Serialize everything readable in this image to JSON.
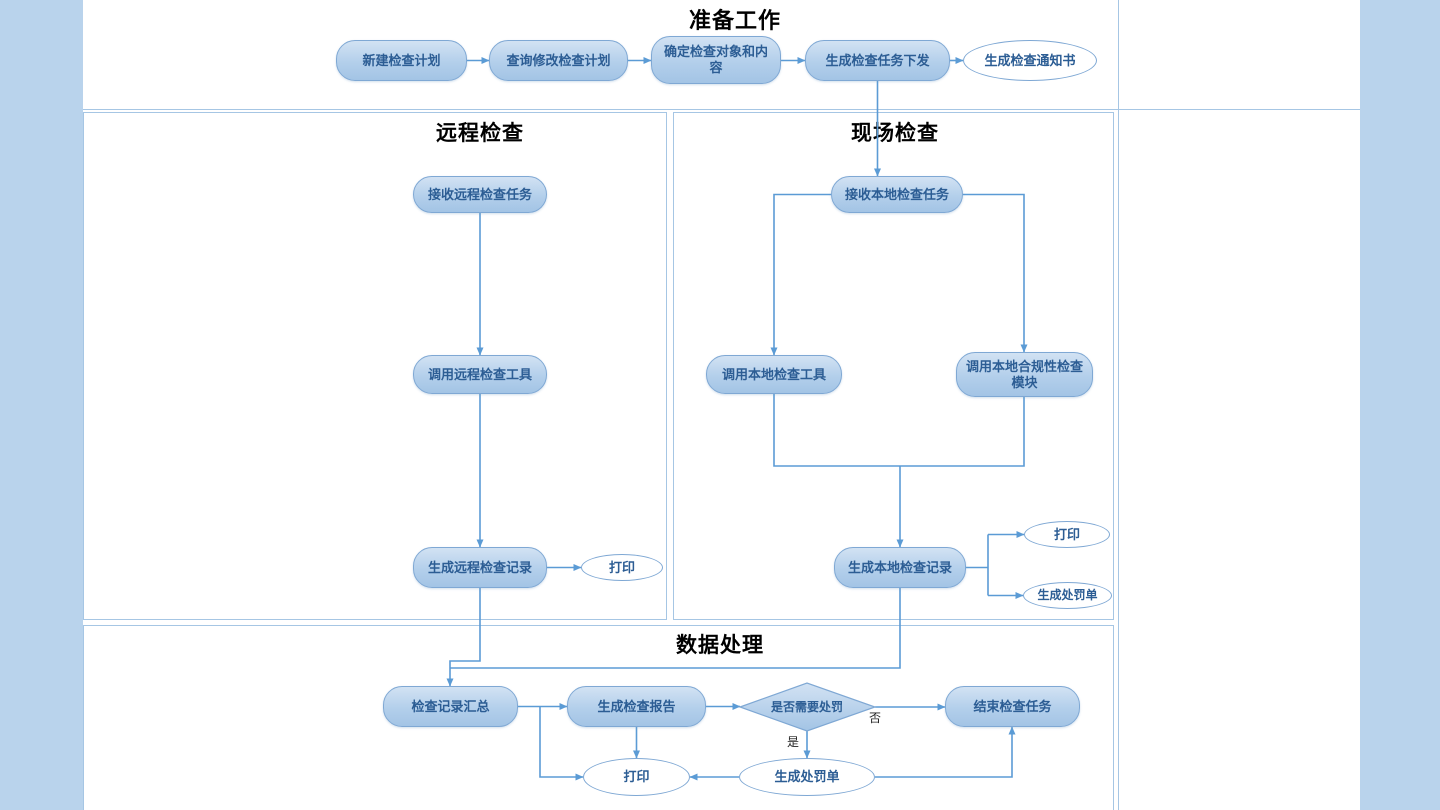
{
  "colors": {
    "margin_bar": "#b9d3ec",
    "section_border": "#a6c6e4",
    "connector": "#5b9bd5",
    "node_fill_top": "#d2e2f3",
    "node_fill_bottom": "#a3c4e5",
    "node_border": "#7fa8d4",
    "node_text": "#2c5d94",
    "title_text": "#000000"
  },
  "sections": {
    "prep": {
      "title": "准备工作"
    },
    "remote": {
      "title": "远程检查"
    },
    "onsite": {
      "title": "现场检查"
    },
    "data": {
      "title": "数据处理"
    }
  },
  "nodes": {
    "new_plan": "新建检查计划",
    "query_modify_plan": "查询修改检查计划",
    "determine_target": "确定检查对象和内容",
    "generate_task": "生成检查任务下发",
    "generate_notice": "生成检查通知书",
    "recv_remote_task": "接收远程检查任务",
    "call_remote_tool": "调用远程检查工具",
    "gen_remote_record": "生成远程检查记录",
    "print_remote": "打印",
    "recv_local_task": "接收本地检查任务",
    "call_local_tool": "调用本地检查工具",
    "call_local_compliance": "调用本地合规性检查模块",
    "gen_local_record": "生成本地检查记录",
    "print_local": "打印",
    "gen_penalty_local": "生成处罚单",
    "record_summary": "检查记录汇总",
    "gen_report": "生成检查报告",
    "need_penalty": "是否需要处罚",
    "end_task": "结束检查任务",
    "gen_penalty": "生成处罚单",
    "print_data": "打印"
  },
  "edge_labels": {
    "no": "否",
    "yes": "是"
  }
}
